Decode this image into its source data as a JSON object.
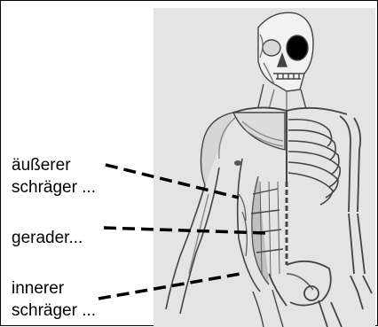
{
  "labels": {
    "external_oblique": {
      "line1": "äußerer",
      "line2": "schräger ..."
    },
    "rectus": {
      "line1": "gerader..."
    },
    "internal_oblique": {
      "line1": "innerer",
      "line2": "schräger ..."
    }
  }
}
